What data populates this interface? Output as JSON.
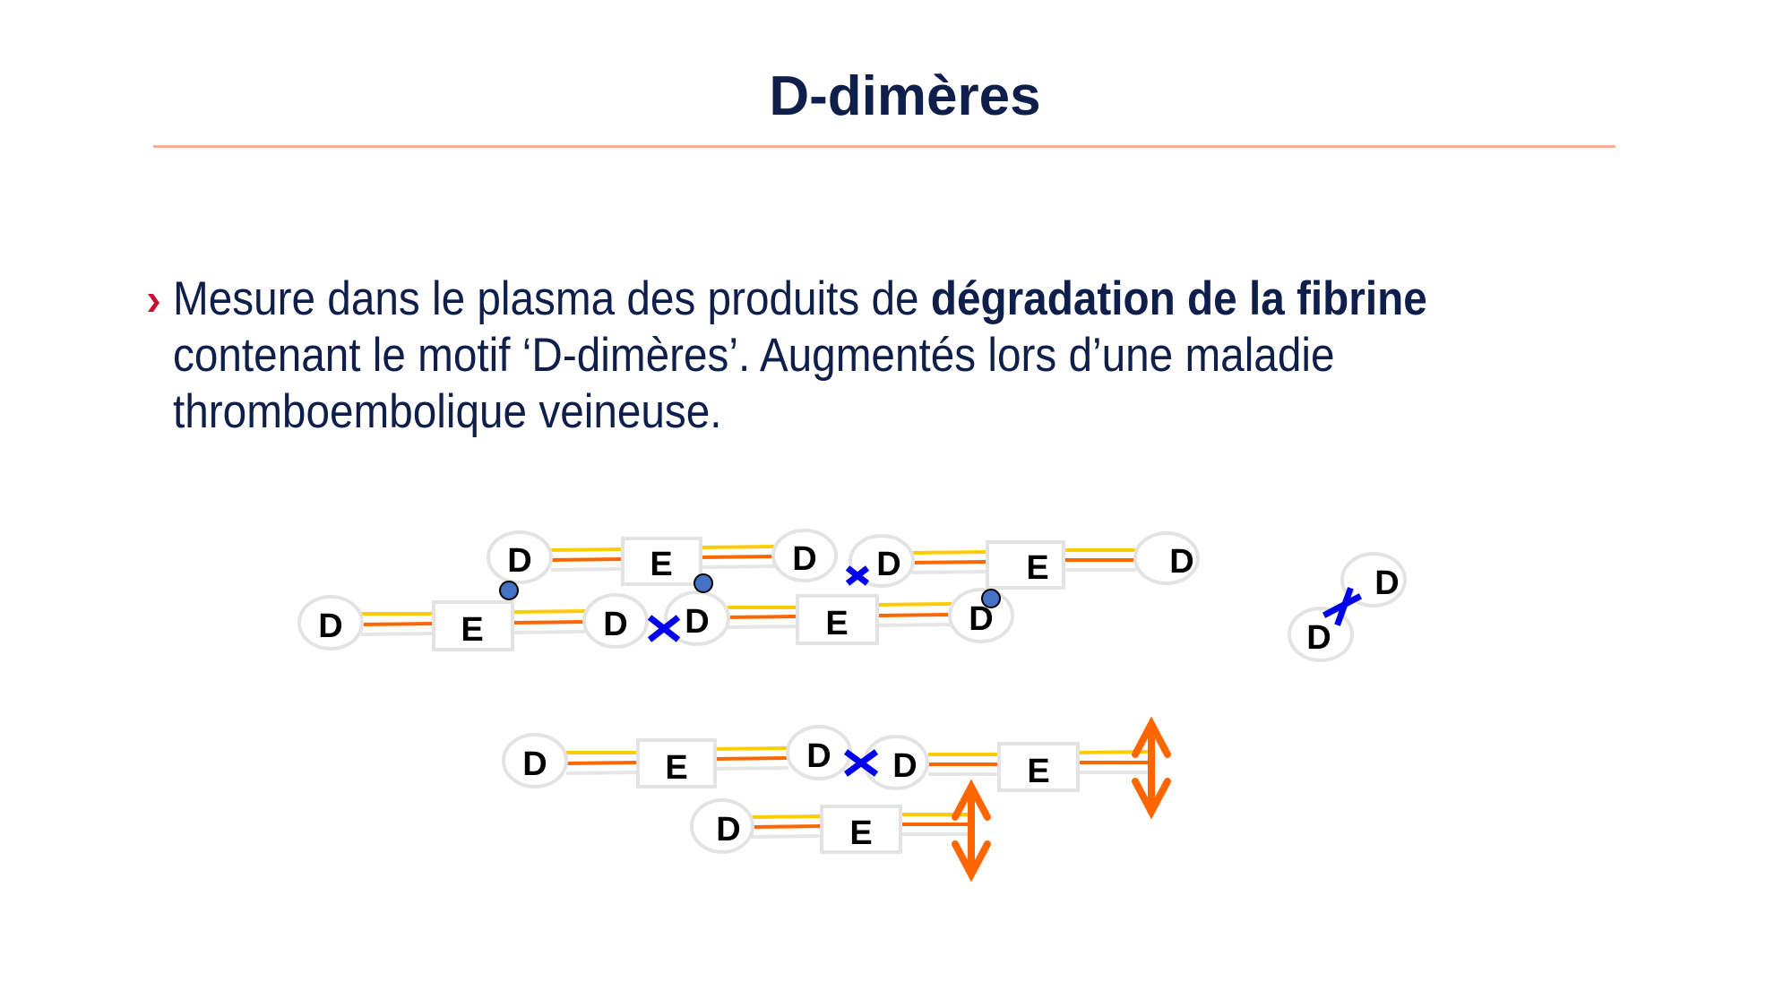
{
  "slide": {
    "title": "D-dimères",
    "bullet": {
      "text_before": "Mesure dans le plasma des produits de ",
      "text_bold": "dégradation de la fibrine",
      "text_after": " contenant le motif ‘D-dimères’. Augmentés lors d’une maladie thromboembolique veineuse."
    }
  },
  "colors": {
    "title": "#0f1f4b",
    "divider": "#f2b48a",
    "bullet_marker": "#c8102e",
    "node_outline": "#e3e3e3",
    "strand_yellow": "#ffcc00",
    "strand_orange": "#ff6600",
    "crosslink_x": "#0000ee",
    "plasmin_dot": "#4472c4",
    "cut_arrow": "#ff6600"
  },
  "diagram": {
    "node_labels": {
      "d_domain": "D",
      "e_domain": "E"
    },
    "icons": [
      "crosslink-x-icon",
      "plasmin-dot-icon",
      "cleavage-arrow-icon",
      "bullet-chevron-icon"
    ]
  }
}
